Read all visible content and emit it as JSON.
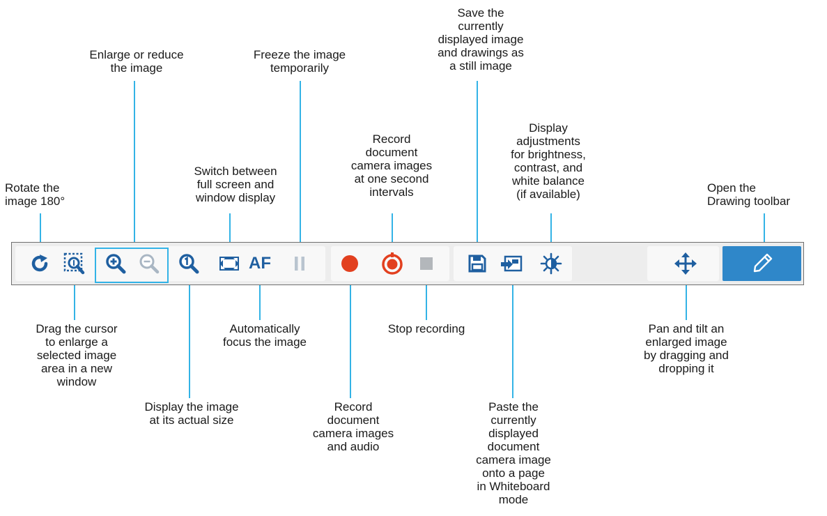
{
  "labels": {
    "rotate": "Rotate the\nimage 180°",
    "drag_enlarge": "Drag the cursor\nto enlarge a\nselected image\narea in a new\nwindow",
    "enlarge_reduce": "Enlarge or reduce\nthe image",
    "actual_size": "Display the image\nat its actual size",
    "fullscreen": "Switch between\nfull screen and\nwindow display",
    "autofocus": "Automatically\nfocus the image",
    "freeze": "Freeze the image\ntemporarily",
    "record_audio": "Record\ndocument\ncamera images\nand audio",
    "record_interval": "Record\ndocument\ncamera images\nat one second\nintervals",
    "stop": "Stop recording",
    "save": "Save the\ncurrently\ndisplayed image\nand drawings as\na still image",
    "paste": "Paste the\ncurrently\ndisplayed\ndocument\ncamera image\nonto a page\nin Whiteboard\nmode",
    "adjust": "Display\nadjustments\nfor brightness,\ncontrast, and\nwhite balance\n(if available)",
    "pan_tilt": "Pan and tilt an\nenlarged image\nby dragging and\ndropping it",
    "drawing_toolbar": "Open the\nDrawing toolbar"
  },
  "toolbar": {
    "af_label": "AF"
  },
  "colors": {
    "accent": "#33b3e6",
    "icon_blue": "#1f5fa0",
    "record_red": "#e2401f",
    "drawing_button": "#2f87c9"
  },
  "icons": [
    "rotate-icon",
    "drag-zoom-icon",
    "zoom-in-icon",
    "zoom-out-icon",
    "actual-size-icon",
    "fullscreen-icon",
    "autofocus-icon",
    "pause-icon",
    "record-icon",
    "interval-record-icon",
    "stop-icon",
    "save-icon",
    "paste-icon",
    "brightness-icon",
    "pan-tilt-icon",
    "pen-icon"
  ]
}
